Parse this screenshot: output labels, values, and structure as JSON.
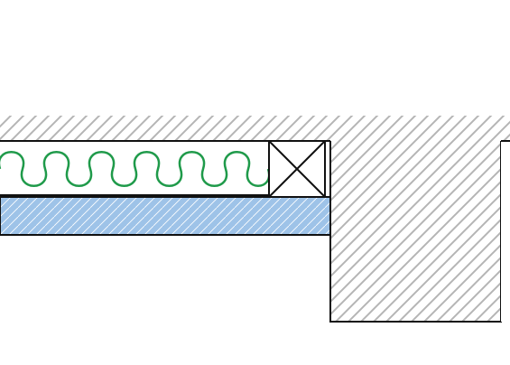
{
  "drawing": {
    "type": "construction-section-detail",
    "colors": {
      "background": "#ffffff",
      "hatch": "#b5b5b5",
      "outline": "#111111",
      "insulation": "#1f9a4a",
      "board_fill": "#9ec3e8",
      "board_hatch": "#ffffff"
    },
    "icons": {
      "timber_batten": "cross-box-icon",
      "insulation": "insulation-wave-icon"
    },
    "materials": [
      "concrete-structure",
      "mineral-wool-insulation",
      "plasterboard",
      "timber-batten"
    ]
  }
}
